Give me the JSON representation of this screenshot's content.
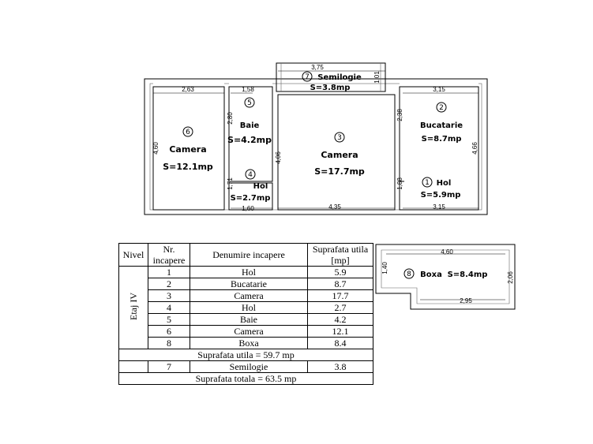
{
  "rooms": [
    {
      "number": "1",
      "name": "Hol",
      "area": "S=5.9mp"
    },
    {
      "number": "2",
      "name": "Bucatarie",
      "area": "S=8.7mp"
    },
    {
      "number": "3",
      "name": "Camera",
      "area": "S=17.7mp"
    },
    {
      "number": "4",
      "name": "Hol",
      "area": "S=2.7mp"
    },
    {
      "number": "5",
      "name": "Baie",
      "area": "S=4.2mp"
    },
    {
      "number": "6",
      "name": "Camera",
      "area": "S=12.1mp"
    },
    {
      "number": "7",
      "name": "Semilogie",
      "area": "S=3.8mp"
    },
    {
      "number": "8",
      "name": "Boxa",
      "area": "S=8.4mp"
    }
  ],
  "dimensions": {
    "d_263": "2,63",
    "d_158": "1,58",
    "d_375": "3,75",
    "d_101": "1,01",
    "d_315_top": "3,15",
    "d_238": "2,38",
    "d_466": "4,66",
    "d_280": "2,80",
    "d_460_left": "4,60",
    "d_406": "4,06",
    "d_171": "1,71",
    "d_188": "1,88",
    "d_160": "1,60",
    "d_435": "4,35",
    "d_315_bottom": "3,15",
    "boxa_460": "4,60",
    "boxa_140": "1,40",
    "boxa_206": "2,06",
    "boxa_295": "2,95"
  },
  "table": {
    "headers": {
      "nivel": "Nivel",
      "nr": "Nr. incapere",
      "denumire": "Denumire incapere",
      "suprafata": "Suprafata utila [mp]"
    },
    "level": "Etaj IV",
    "rows": [
      {
        "nr": "1",
        "name": "Hol",
        "area": "5.9"
      },
      {
        "nr": "2",
        "name": "Bucatarie",
        "area": "8.7"
      },
      {
        "nr": "3",
        "name": "Camera",
        "area": "17.7"
      },
      {
        "nr": "4",
        "name": "Hol",
        "area": "2.7"
      },
      {
        "nr": "5",
        "name": "Baie",
        "area": "4.2"
      },
      {
        "nr": "6",
        "name": "Camera",
        "area": "12.1"
      },
      {
        "nr": "8",
        "name": "Boxa",
        "area": "8.4"
      }
    ],
    "useful_total": "Suprafata utila = 59.7 mp",
    "extra_row": {
      "nr": "7",
      "name": "Semilogie",
      "area": "3.8"
    },
    "grand_total": "Suprafata totala = 63.5 mp"
  }
}
